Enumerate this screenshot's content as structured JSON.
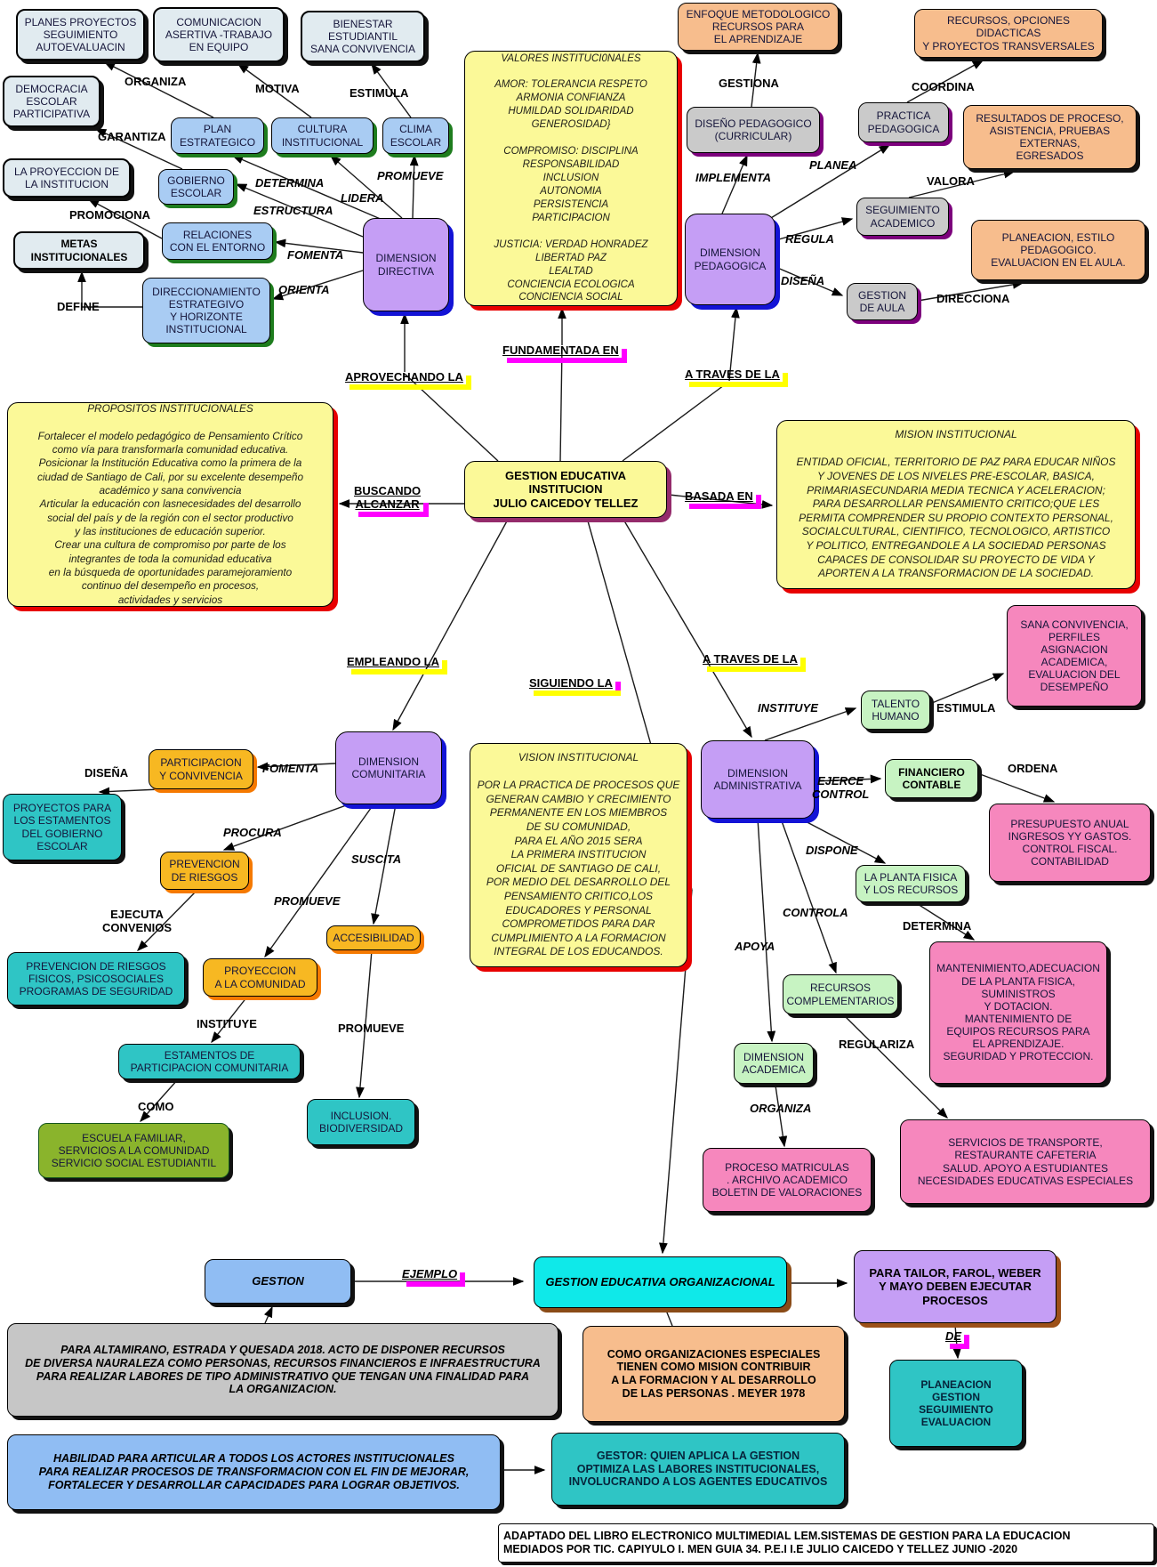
{
  "nodes": {
    "planes": {
      "text": "PLANES PROYECTOS\nSEGUIMIENTO\nAUTOEVALUACIN"
    },
    "comunicacion": {
      "text": "COMUNICACION\nASERTIVA -TRABAJO\nEN EQUIPO"
    },
    "bienestar": {
      "text": "BIENESTAR\nESTUDIANTIL\nSANA CONVIVENCIA"
    },
    "enfoque": {
      "text": "ENFOQUE METODOLOGICO\nRECURSOS PARA\nEL APRENDIZAJE"
    },
    "recursos_opciones": {
      "text": "RECURSOS, OPCIONES\nDIDACTICAS\nY PROYECTOS TRANSVERSALES"
    },
    "democracia": {
      "text": "DEMOCRACIA\nESCOLAR\nPARTICIPATIVA"
    },
    "plan_estrategico": {
      "text": "PLAN\nESTRATEGICO"
    },
    "cultura": {
      "text": "CULTURA\nINSTITUCIONAL"
    },
    "clima": {
      "text": "CLIMA\nESCOLAR"
    },
    "diseno_pedagogico": {
      "text": "DISEÑO PEDAGOGICO\n(CURRICULAR)"
    },
    "practica": {
      "text": "PRACTICA\nPEDAGOGICA"
    },
    "resultados": {
      "text": "RESULTADOS DE PROCESO,\nASISTENCIA, PRUEBAS\nEXTERNAS,\nEGRESADOS"
    },
    "proyeccion_institucion": {
      "text": "LA PROYECCION DE\nLA INSTITUCION"
    },
    "gobierno": {
      "text": "GOBIERNO\nESCOLAR"
    },
    "seguimiento": {
      "text": "SEGUIMIENTO\nACADEMICO"
    },
    "planeacion_estilo": {
      "text": "PLANEACION, ESTILO\nPEDAGOGICO.\nEVALUACION EN EL AULA."
    },
    "metas": {
      "text": "METAS\nINSTITUCIONALES"
    },
    "relaciones": {
      "text": "RELACIONES\nCON EL ENTORNO"
    },
    "dimension_directiva": {
      "text": "DIMENSION\nDIRECTIVA"
    },
    "valores": {
      "text": "VALORES  INSTITUCI0NALES\n\nAMOR: TOLERANCIA RESPETO\nARMONIA  CONFIANZA\nHUMILDAD SOLIDARIDAD\nGENEROSIDAD}\n\nCOMPROMISO: DISCIPLINA\nRESPONSABILIDAD\nINCLUSION\nAUTONOMIA\nPERSISTENCIA\nPARTICIPACION\n\nJUSTICIA: VERDAD HONRADEZ\nLIBERTAD PAZ\nLEALTAD\nCONCIENCIA ECOLOGICA\nCONCIENCIA SOCIAL"
    },
    "dimension_pedagogica": {
      "text": "DIMENSION\nPEDAGOGICA"
    },
    "gestion_aula": {
      "text": "GESTION\nDE AULA"
    },
    "direccionamiento": {
      "text": "DIRECCIONAMIENTO\nESTRATEGIVO\nY HORIZONTE\nINSTITUCIONAL"
    },
    "propositos": {
      "text": "PROPOSITOS INSTITUCIONALES\n\nFortalecer el modelo pedagógico de Pensamiento Crítico\ncomo vía para transformarla comunidad educativa.\nPosicionar la Institución Educativa como la primera de la\nciudad de  Santiago de Cali, por su excelente desempeño\nacadémico y sana convivencia\nArticular la educación con lasnecesidades del desarrollo\nsocial del país y de la región con el sector productivo\ny las instituciones de educación superior.\nCrear una cultura de compromiso por parte de los\nintegrantes de  toda la comunidad educativa\nen la búsqueda de oportunidades paramejoramiento\ncontinuo del desempeño en procesos,\nactividades y servicios"
    },
    "centro": {
      "text": "GESTION EDUCATIVA\nINSTITUCION\nJULIO CAICEDOY TELLEZ"
    },
    "mision": {
      "text": "MISION INSTITUCIONAL\n\nENTIDAD OFICIAL, TERRITORIO DE PAZ PARA EDUCAR NIÑOS\nY JOVENES DE LOS NIVELES PRE-ESCOLAR, BASICA,\nPRIMARIASECUNDARIA MEDIA TECNICA Y  ACELERACION;\nPARA DESARROLLAR   PENSAMIENTO CRITICO;QUE LES\nPERMITA COMPRENDER  SU PROPIO CONTEXTO PERSONAL,\nSOCIALCULTURAL,  CIENTIFICO, TECNOLOGICO, ARTISTICO\nY POLITICO, ENTREGANDOLE A LA SOCIEDAD PERSONAS\nCAPACES DE CONSOLIDAR SU PROYECTO DE VIDA Y\nAPORTEN A LA TRANSFORMACION   DE LA SOCIEDAD."
    },
    "sana_convivencia": {
      "text": "SANA CONVIVENCIA,\nPERFILES\nASIGNACION\nACADEMICA,\nEVALUACION DEL\nDESEMPEÑO"
    },
    "talento": {
      "text": "TALENTO\nHUMANO"
    },
    "dimension_comunitaria": {
      "text": "DIMENSION\nCOMUNITARIA"
    },
    "vision": {
      "text": "VISION INSTITUCIONAL\n\nPOR LA PRACTICA DE PROCESOS QUE\nGENERAN CAMBIO Y CRECIMIENTO\nPERMANENTE EN LOS MIEMBROS\nDE SU  COMUNIDAD,\nPARA EL AÑO 2015 SERA\nLA PRIMERA INSTITUCION\nOFICIAL DE SANTIAGO DE CALI,\nPOR MEDIO  DEL DESARROLLO DEL\nPENSAMIENTO CRITICO,LOS\nEDUCADORES Y PERSONAL\nCOMPROMETIDOS PARA DAR\nCUMPLIMIENTO A LA FORMACION\nINTEGRAL DE LOS EDUCANDOS."
    },
    "dimension_administrativa": {
      "text": "DIMENSION\nADMINISTRATIVA"
    },
    "financiero": {
      "text": "FINANCIERO\nCONTABLE"
    },
    "presupuesto": {
      "text": "PRESUPUESTO ANUAL\nINGRESOS YY GASTOS.\nCONTROL FISCAL.\nCONTABILIDAD"
    },
    "participacion": {
      "text": "PARTICIPACION\nY CONVIVENCIA"
    },
    "proyectos_estamentos": {
      "text": "PROYECTOS PARA\nLOS ESTAMENTOS\nDEL GOBIERNO\nESCOLAR"
    },
    "prevencion_riesgos": {
      "text": "PREVENCION\nDE RIESGOS"
    },
    "planta_fisica": {
      "text": "LA PLANTA FISICA\nY LOS RECURSOS"
    },
    "accesibilidad": {
      "text": "ACCESIBILIDAD"
    },
    "prevencion_fisicos": {
      "text": "PREVENCION DE RIESGOS\nFISICOS, PSICOSOCIALES\nPROGRAMAS DE SEGURIDAD"
    },
    "proyeccion_comunidad": {
      "text": "PROYECCION\nA LA COMUNIDAD"
    },
    "recursos_complementarios": {
      "text": "RECURSOS\nCOMPLEMENTARIOS"
    },
    "mantenimiento": {
      "text": "MANTENIMIENTO,ADECUACION\nDE LA PLANTA FISICA,\nSUMINISTROS\nY DOTACION.\nMANTENIMIENTO DE\nEQUIPOS  RECURSOS PARA\nEL APRENDIZAJE.\nSEGURIDAD Y PROTECCION."
    },
    "dimension_academica": {
      "text": "DIMENSION\nACADEMICA"
    },
    "estamentos": {
      "text": "ESTAMENTOS DE\nPARTICIPACION COMUNITARIA"
    },
    "inclusion": {
      "text": "INCLUSION.\nBIODIVERSIDAD"
    },
    "escuela": {
      "text": "ESCUELA FAMILIAR,\nSERVICIOS A LA COMUNIDAD\nSERVICIO SOCIAL ESTUDIANTIL"
    },
    "servicios_transporte": {
      "text": "SERVICIOS DE TRANSPORTE,\nRESTAURANTE CAFETERIA\nSALUD. APOYO A ESTUDIANTES\nNECESIDADES EDUCATIVAS ESPECIALES"
    },
    "proceso_matriculas": {
      "text": "PROCESO MATRICULAS\n. ARCHIVO ACADEMICO\nBOLETIN DE VALORACIONES"
    },
    "gestion": {
      "text": "GESTION"
    },
    "gestion_organizacional": {
      "text": "GESTION EDUCATIVA ORGANIZACIONAL"
    },
    "tailor": {
      "text": "PARA TAILOR, FAROL, WEBER\nY MAYO DEBEN EJECUTAR\nPROCESOS"
    },
    "altamirano": {
      "text": "PARA ALTAMIRANO, ESTRADA Y QUESADA 2018. ACTO DE DISPONER RECURSOS\nDE DIVERSA NAURALEZA COMO PERSONAS, RECURSOS FINANCIEROS E INFRAESTRUCTURA\nPARA REALIZAR LABORES DE TIPO ADMINISTRATIVO QUE TENGAN UNA FINALIDAD PARA\nLA ORGANIZACION."
    },
    "meyer": {
      "text": "COMO ORGANIZACIONES ESPECIALES\nTIENEN COMO MISION CONTRIBUIR\nA LA FORMACION Y AL DESARROLLO\nDE LAS PERSONAS .        MEYER 1978"
    },
    "planeacion_gestion": {
      "text": "PLANEACION\nGESTION\nSEGUIMIENTO\nEVALUACION"
    },
    "habilidad": {
      "text": "HABILIDAD PARA ARTICULAR A TODOS LOS ACTORES INSTITUCIONALES\nPARA REALIZAR PROCESOS DE TRANSFORMACION CON EL FIN DE MEJORAR,\nFORTALECER Y DESARROLLAR CAPACIDADES PARA LOGRAR OBJETIVOS."
    },
    "gestor": {
      "text": "GESTOR: QUIEN APLICA LA GESTION\nOPTIMIZA LAS LABORES INSTITUCIONALES,\nINVOLUCRANDO A LOS AGENTES EDUCATIVOS"
    },
    "footer": {
      "text": "ADAPTADO DEL LIBRO ELECTRONICO MULTIMEDIAL LEM.SISTEMAS DE GESTION PARA LA EDUCACION\nMEDIADOS POR TIC. CAPIYULO I. MEN GUIA 34.  P.E.I  I.E JULIO CAICEDO  Y TELLEZ      JUNIO -2020"
    }
  },
  "labels": {
    "organiza": "ORGANIZA",
    "motiva": "MOTIVA",
    "estimula": "ESTIMULA",
    "garantiza": "GARANTIZA",
    "determina": "DETERMINA",
    "promueve": "PROMUEVE",
    "lidera": "LIDERA",
    "estructura": "ESTRUCTURA",
    "promociona": "PROMOCIONA",
    "fomenta": "FOMENTA",
    "orienta": "ORIENTA",
    "define": "DEFINE",
    "gestiona": "GESTIONA",
    "coordina": "COORDINA",
    "implementa": "IMPLEMENTA",
    "planea": "PLANEA",
    "valora": "VALORA",
    "regula": "REGULA",
    "disena": "DISEÑA",
    "direcciona": "DIRECCIONA",
    "fundamentada_en": "FUNDAMENTADA EN",
    "aprovechando_la": "APROVECHANDO LA",
    "a_traves_de_la": "A TRAVES DE LA",
    "buscando_alcanzar": "BUSCANDO\nALCANZAR",
    "basada_en": "BASADA EN",
    "empleando_la": "EMPLEANDO LA",
    "siguiendo_la": "SIGUIENDO LA",
    "instituye": "INSTITUYE",
    "ordena": "ORDENA",
    "ejerce_control": "EJERCE\nCONTROL",
    "dispone": "DISPONE",
    "controla": "CONTROLA",
    "apoya": "APOYA",
    "regulariza": "REGULARIZA",
    "procura": "PROCURA",
    "suscita": "SUSCITA",
    "ejecuta_convenios": "EJECUTA\nCONVENIOS",
    "como": "COMO",
    "ejemplo": "EJEMPLO",
    "de": "DE"
  }
}
